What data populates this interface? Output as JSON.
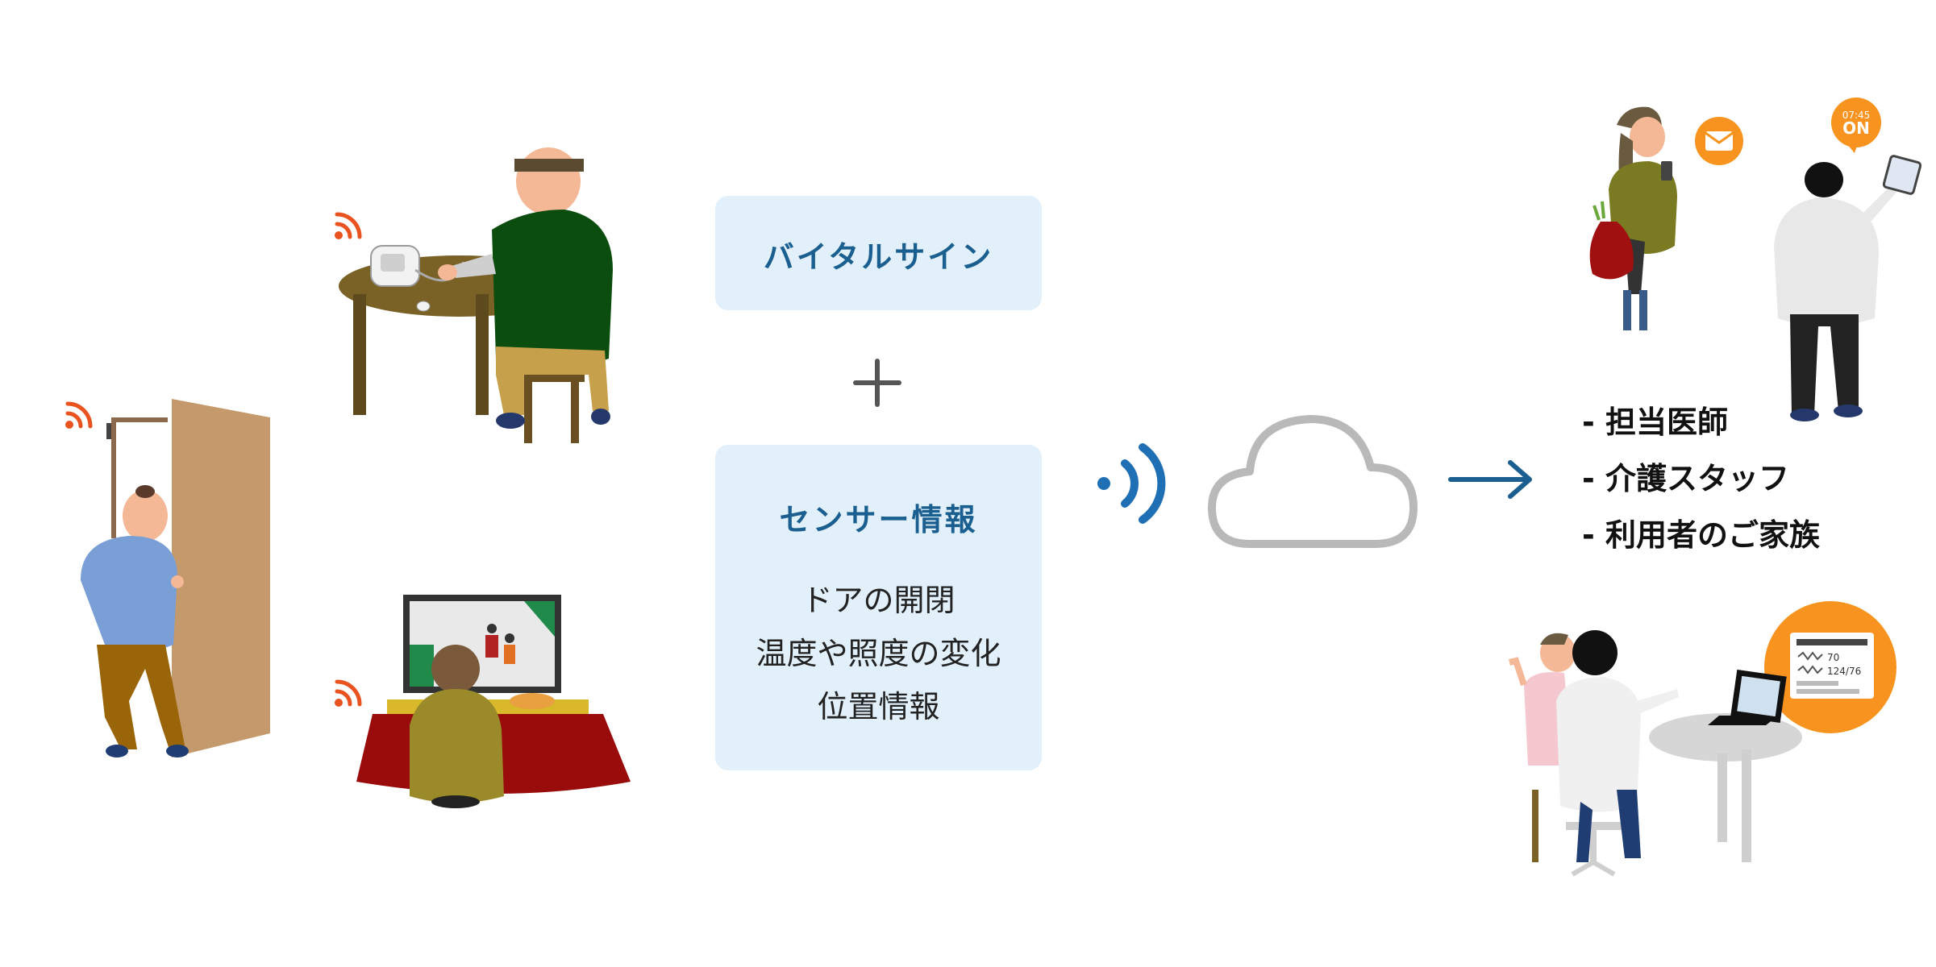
{
  "vital_panel": {
    "title": "バイタルサイン"
  },
  "plus_symbol": "+",
  "sensor_panel": {
    "title": "センサー情報",
    "items": [
      "ドアの開閉",
      "温度や照度の変化",
      "位置情報"
    ]
  },
  "recipients": [
    "- 担当医師",
    "- 介護スタッフ",
    "- 利用者のご家族"
  ],
  "notification_time": {
    "time": "07:45",
    "state": "ON"
  },
  "monitor_values": [
    "70",
    "124/76"
  ],
  "colors": {
    "panel_bg": "#e1f0fb",
    "panel_title": "#1a5f8f",
    "signal_orange": "#e8531f",
    "wifi_blue": "#1f6fb5",
    "cloud_gray": "#b9b9b9",
    "arrow_blue": "#1a5f8f",
    "badge_orange": "#f7931e"
  },
  "icons": [
    "signal-icon",
    "wifi-icon",
    "cloud-icon",
    "arrow-right-icon",
    "mail-icon",
    "clock-badge-icon",
    "monitor-badge-icon"
  ]
}
